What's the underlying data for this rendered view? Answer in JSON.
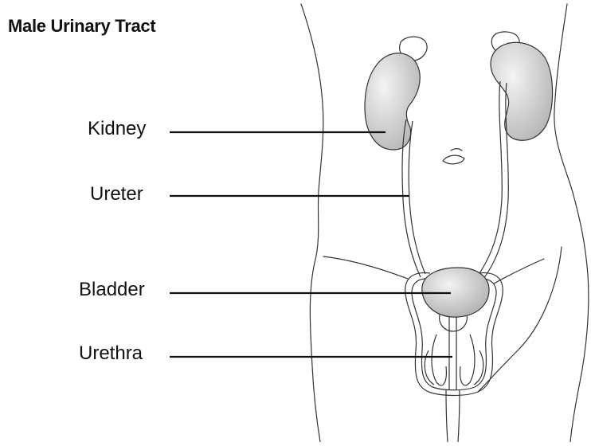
{
  "diagram": {
    "title": "Male Urinary Tract",
    "labels": {
      "kidney": "Kidney",
      "ureter": "Ureter",
      "bladder": "Bladder",
      "urethra": "Urethra"
    }
  },
  "colors": {
    "outline": "#333333",
    "organ_fill_light": "#f2f2f2",
    "organ_fill_dark": "#b8b8b8",
    "background": "#ffffff"
  }
}
